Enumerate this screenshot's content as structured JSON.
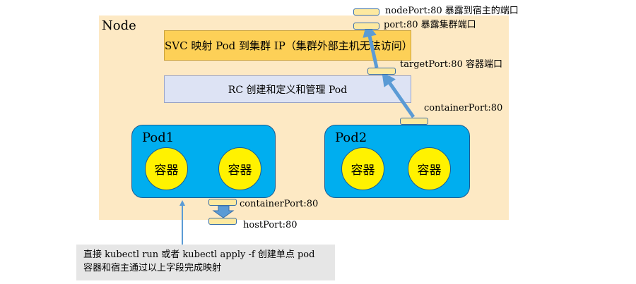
{
  "node": {
    "label": "Node"
  },
  "svc": {
    "text": "SVC 映射 Pod 到集群 IP（集群外部主机无法访问）"
  },
  "rc": {
    "text": "RC 创建和定义和管理 Pod"
  },
  "pods": [
    {
      "label": "Pod1",
      "containers": [
        "容器",
        "容器"
      ]
    },
    {
      "label": "Pod2",
      "containers": [
        "容器",
        "容器"
      ]
    }
  ],
  "ports": {
    "node_port": "nodePort:80 暴露到宿主的端口",
    "svc_port": "port:80 暴露集群端口",
    "target_port": "targetPort:80 容器端口",
    "pod2_container_port": "containerPort:80",
    "pod1_container_port": "containerPort:80",
    "host_port": "hostPort:80"
  },
  "note": {
    "line1": "直接 kubectl run 或者 kubectl apply -f 创建单点 pod",
    "line2": "容器和宿主通过以上字段完成映射"
  },
  "colors": {
    "node_bg": "#fde9c4",
    "svc_bg": "#fdd057",
    "rc_bg": "#dde3f4",
    "pod_bg": "#00aeef",
    "container_bg": "#fff200",
    "arrow": "#5b9bd5",
    "note_bg": "#e6e6e6"
  }
}
